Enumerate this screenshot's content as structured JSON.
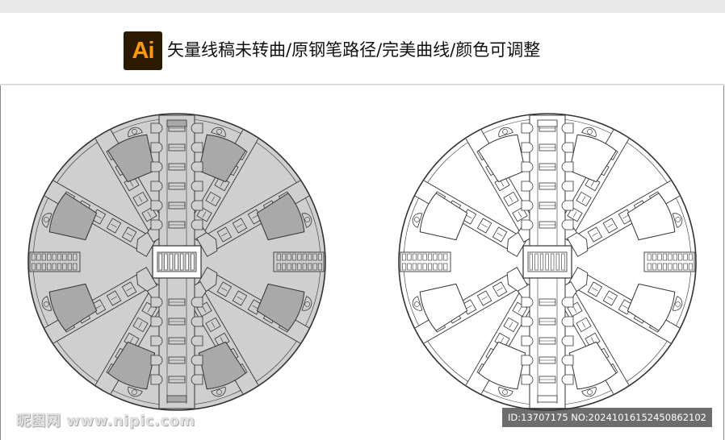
{
  "header": {
    "logo_text": "Ai",
    "title": "矢量线稿未转曲/原钢笔路径/完美曲线/颜色可调整"
  },
  "artworks": [
    {
      "name": "filled-version",
      "face_fill": "#cfcfcf",
      "panel_fill": "#a9a9a9",
      "stroke": "#333333"
    },
    {
      "name": "outline-version",
      "face_fill": "#ffffff",
      "panel_fill": "#ffffff",
      "stroke": "#333333"
    }
  ],
  "watermark": {
    "site": "昵图网 www.nipic.com",
    "id_text": "ID:13707175 NO:20241016152450862102"
  }
}
